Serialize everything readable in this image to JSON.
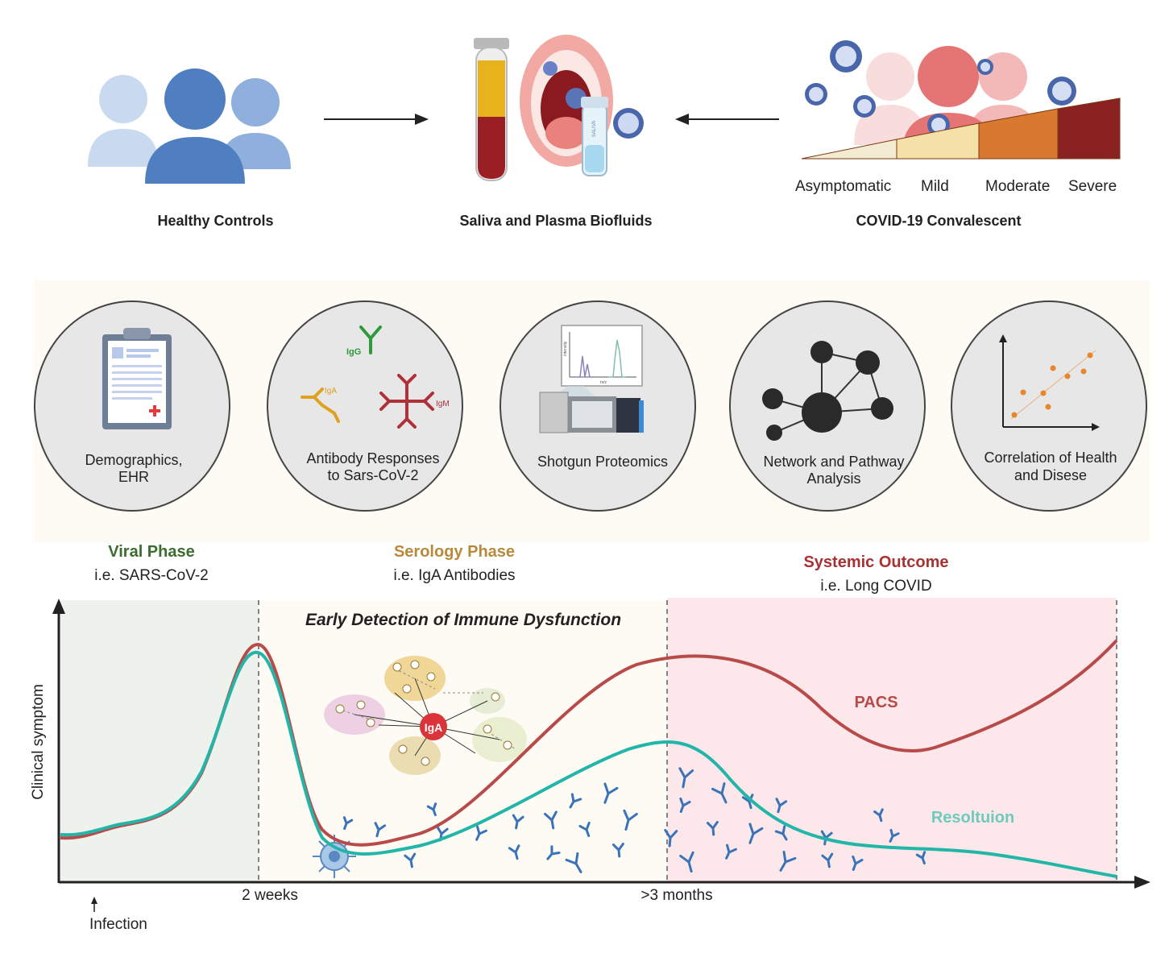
{
  "top": {
    "healthy_label": "Healthy Controls",
    "biofluids_label": "Saliva and Plasma Biofluids",
    "convalescent_label": "COVID-19 Convalescent",
    "severity": [
      "Asymptomatic",
      "Mild",
      "Moderate",
      "Severe"
    ],
    "severity_colors": [
      "#f3ecd2",
      "#f5e0a8",
      "#d9782f",
      "#8b2222"
    ],
    "tube_label": "SALIVA"
  },
  "methods": [
    {
      "id": "demographics",
      "line1": "Demographics,",
      "line2": "EHR"
    },
    {
      "id": "antibody",
      "line1": "Antibody Responses",
      "line2": "to Sars-CoV-2"
    },
    {
      "id": "proteomics",
      "line1": "Shotgun Proteomics",
      "line2": ""
    },
    {
      "id": "network",
      "line1": "Network and Pathway",
      "line2": "Analysis"
    },
    {
      "id": "correlation",
      "line1": "Correlation of Health",
      "line2": "and Disese"
    }
  ],
  "antibodies": {
    "igg": "IgG",
    "iga": "IgA",
    "igm": "IgM"
  },
  "ms_axis": {
    "y": "intensity",
    "x": "m/z"
  },
  "phases": {
    "viral": {
      "title": "Viral Phase",
      "sub": "i.e. SARS-CoV-2",
      "color": "#3b6e2e"
    },
    "serology": {
      "title": "Serology Phase",
      "sub": "i.e. IgA Antibodies",
      "color": "#b8893a"
    },
    "systemic": {
      "title": "Systemic Outcome",
      "sub": "i.e. Long COVID",
      "color": "#a83232"
    }
  },
  "timeline": {
    "heading": "Early Detection of Immune Dysfunction",
    "y_axis": "Clinical symptom",
    "tick_2w": "2 weeks",
    "tick_3m": ">3 months",
    "infection": "Infection",
    "iga_node": "IgA",
    "pacs_label": "PACS",
    "resolution_label": "Resoltuion",
    "pacs_color": "#b94a4a",
    "resolution_color": "#22b5a8"
  }
}
